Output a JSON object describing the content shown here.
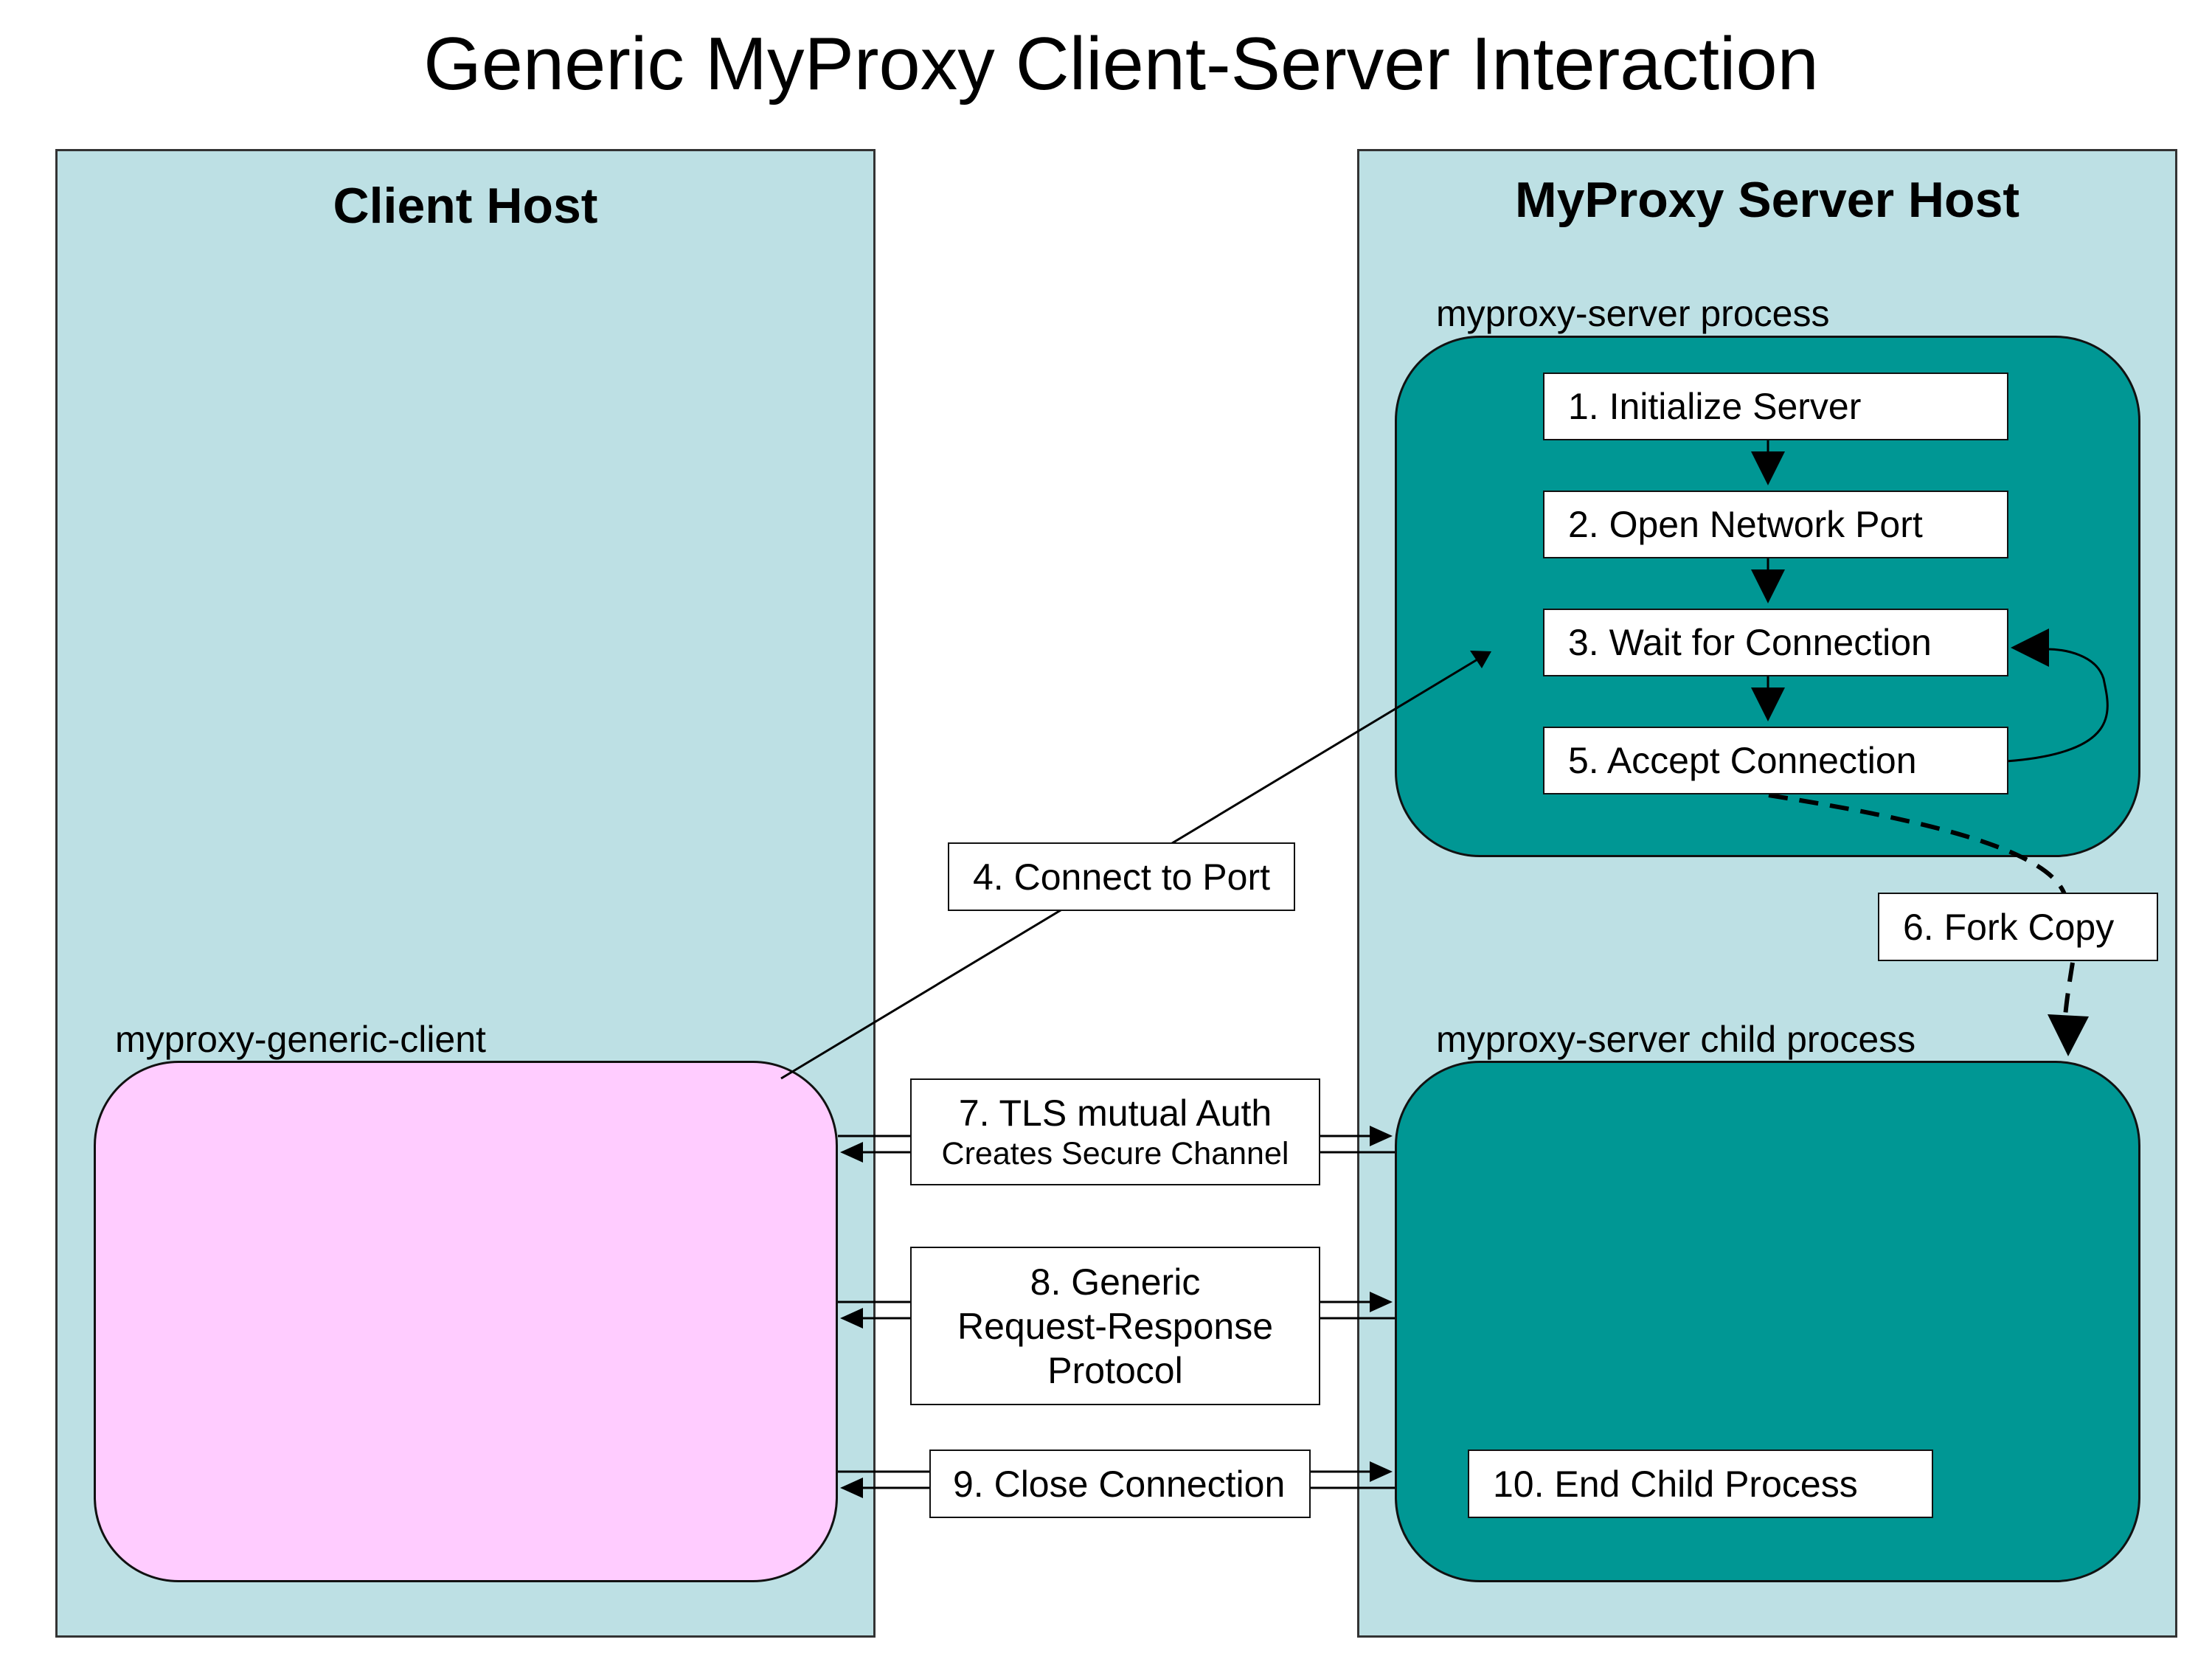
{
  "title": "Generic MyProxy Client-Server Interaction",
  "client_host": {
    "title": "Client Host",
    "process_label": "myproxy-generic-client"
  },
  "server_host": {
    "title": "MyProxy Server Host",
    "process_label": "myproxy-server process",
    "child_process_label": "myproxy-server child process"
  },
  "steps": {
    "s1": "1. Initialize Server",
    "s2": "2. Open Network Port",
    "s3": "3. Wait for Connection",
    "s4": "4. Connect to Port",
    "s5": "5. Accept Connection",
    "s6": "6. Fork Copy",
    "s7_line1": "7. TLS mutual Auth",
    "s7_line2": "Creates Secure Channel",
    "s8_line1": "8. Generic",
    "s8_line2": "Request-Response",
    "s8_line3": "Protocol",
    "s9": "9. Close Connection",
    "s10": "10. End Child Process"
  },
  "colors": {
    "host_bg": "#bde0e4",
    "server_process": "#009794",
    "client_process": "#ffccff"
  }
}
